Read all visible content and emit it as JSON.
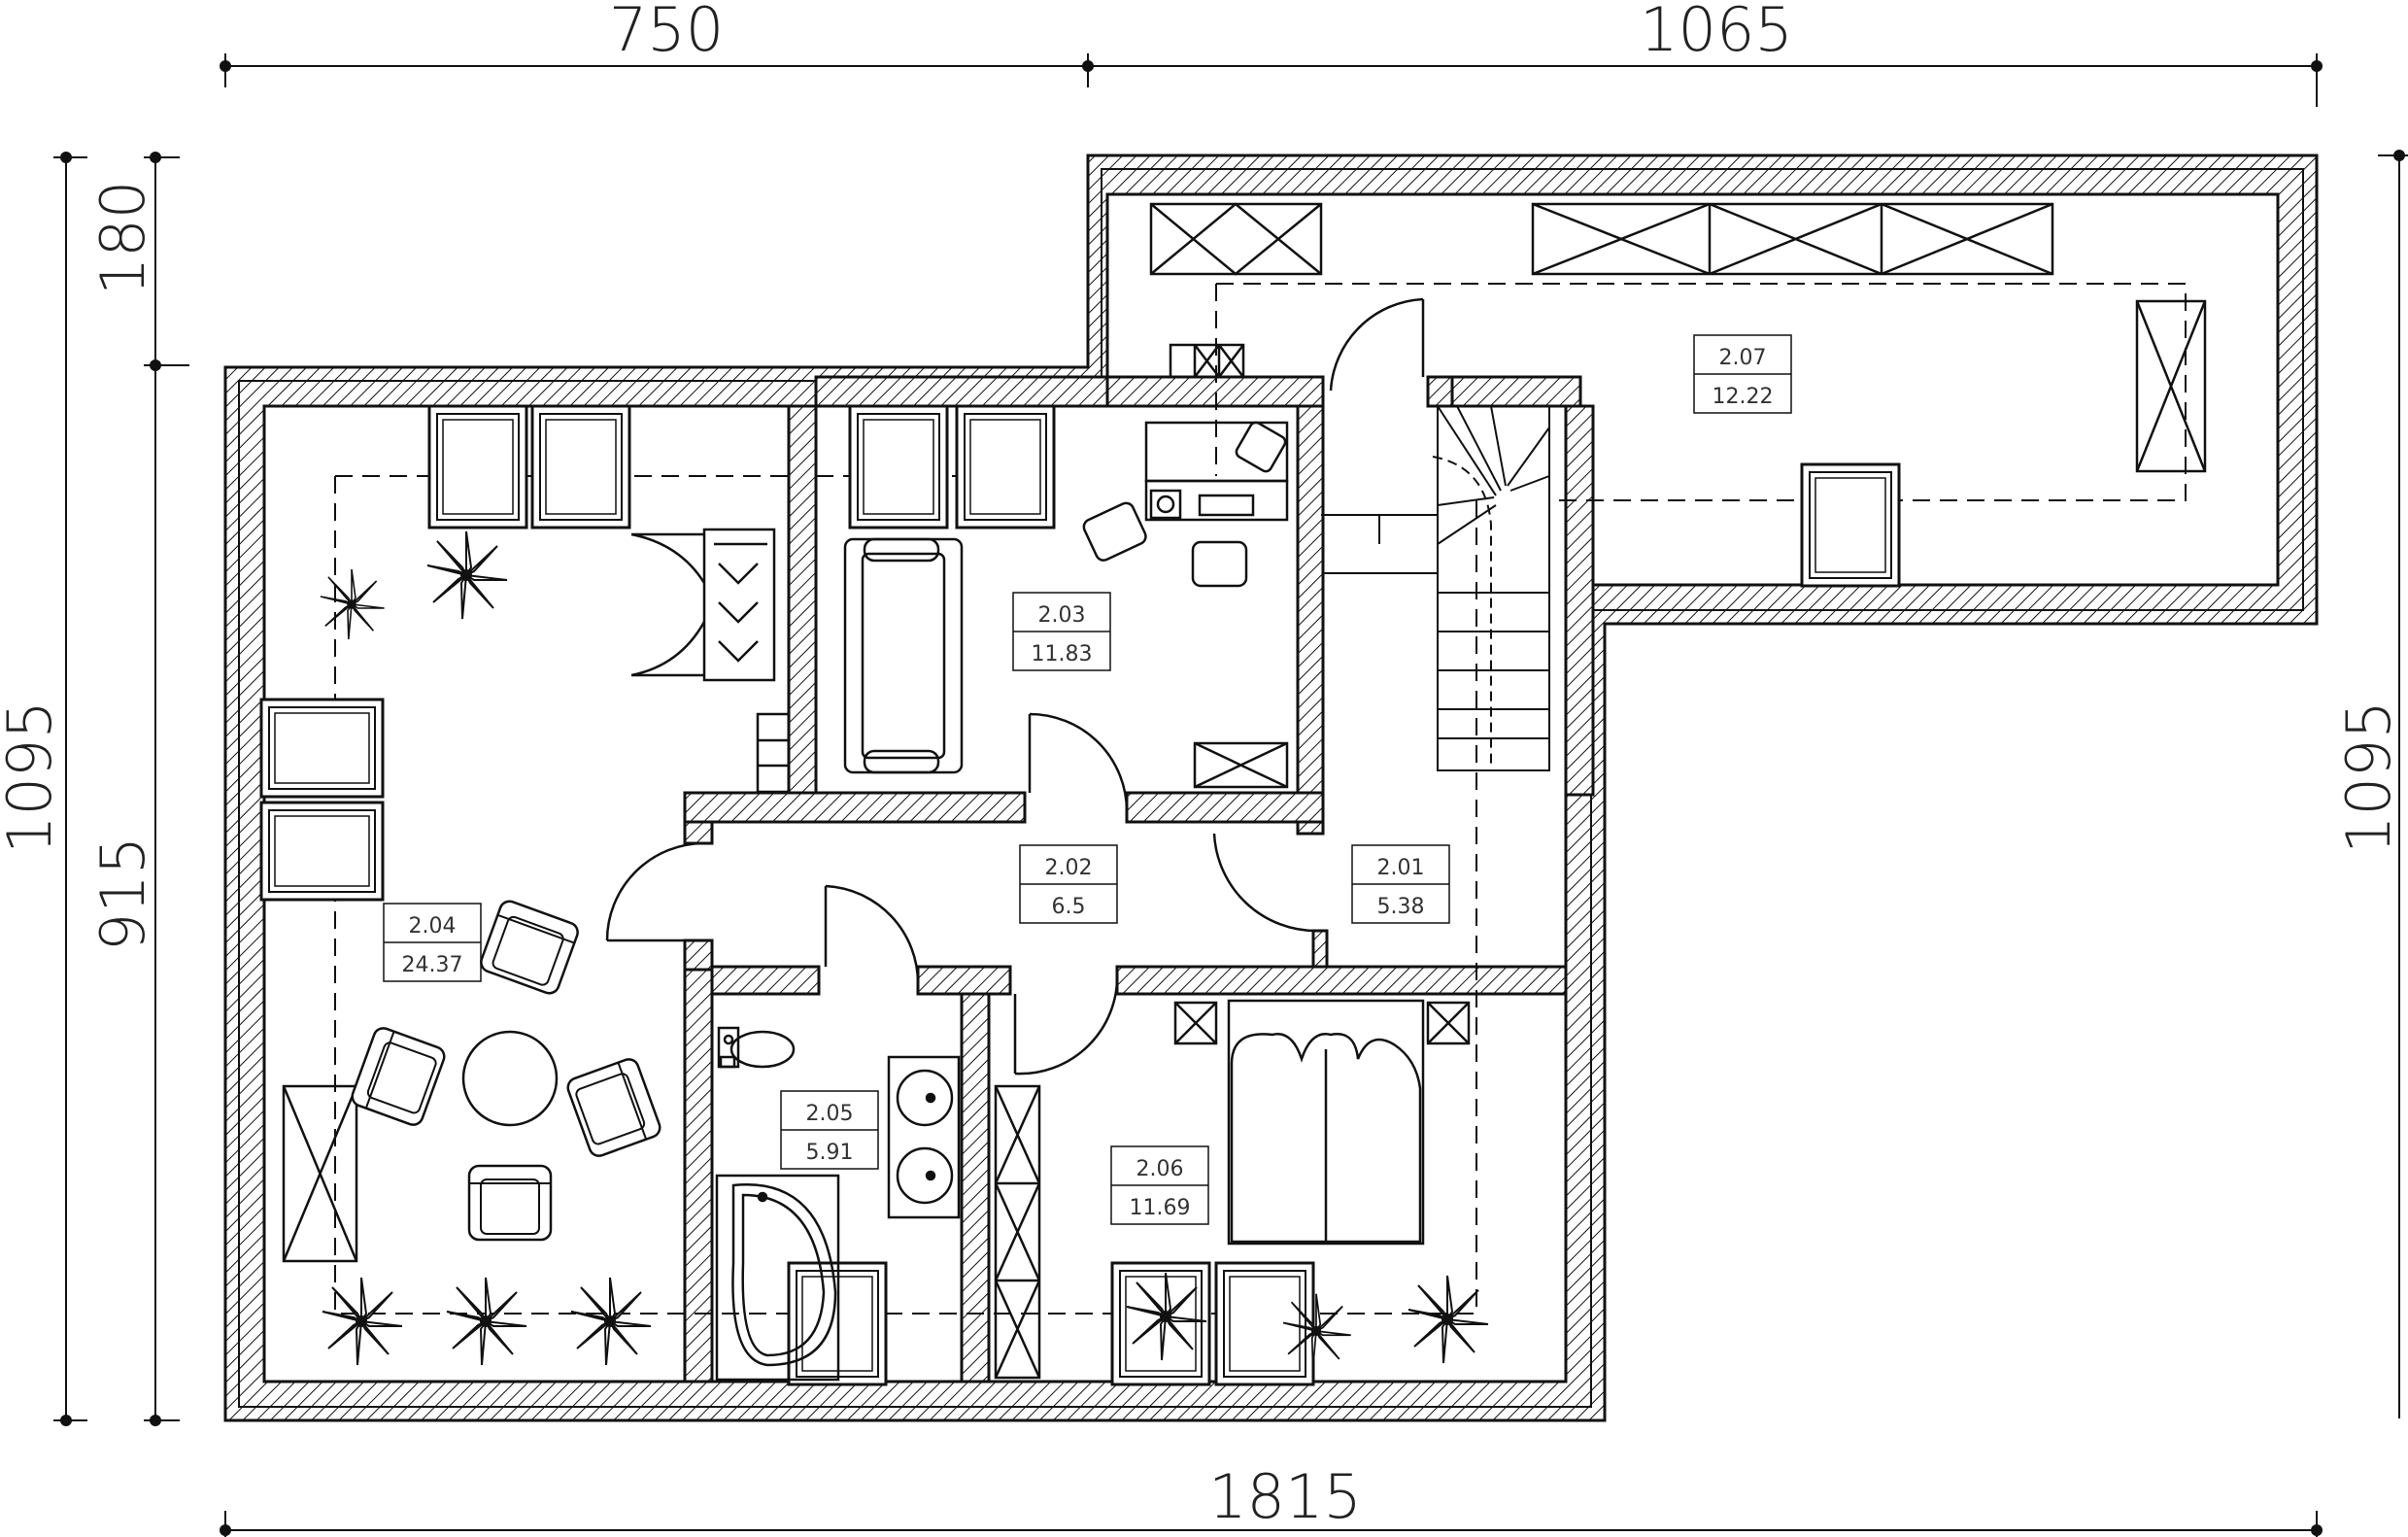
{
  "dimensions": {
    "top_left": "750",
    "top_right": "1065",
    "bottom": "1815",
    "left_outer": "1095",
    "left_upper": "180",
    "left_lower": "915",
    "right": "1095"
  },
  "rooms": [
    {
      "id": "2.01",
      "area": "5.38"
    },
    {
      "id": "2.02",
      "area": "6.5"
    },
    {
      "id": "2.03",
      "area": "11.83"
    },
    {
      "id": "2.04",
      "area": "24.37"
    },
    {
      "id": "2.05",
      "area": "5.91"
    },
    {
      "id": "2.06",
      "area": "11.69"
    },
    {
      "id": "2.07",
      "area": "12.22"
    }
  ],
  "colors": {
    "line": "#111111",
    "background": "#ffffff"
  }
}
